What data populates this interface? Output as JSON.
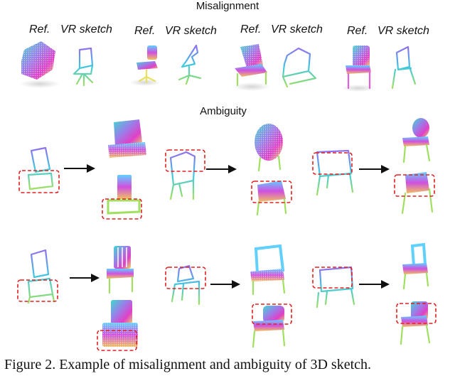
{
  "figure": {
    "heading_misalignment": "Misalignment",
    "heading_ambiguity": "Ambiguity",
    "ref_label": "Ref.",
    "sketch_label": "VR sketch",
    "caption": "Figure 2. Example of misalignment and ambiguity of 3D sketch."
  },
  "icons": {
    "pointcloud": "point-cloud-chair-icon",
    "sketch": "vr-sketch-chair-icon",
    "arrow": "right-arrow-icon",
    "highlight": "dashed-highlight-box"
  },
  "colors": {
    "highlight_red": "#e02020",
    "arrow": "#111111",
    "magenta": "#e040c8",
    "cyan": "#40d8d0",
    "green": "#a0e060",
    "yellow": "#e8e060"
  }
}
